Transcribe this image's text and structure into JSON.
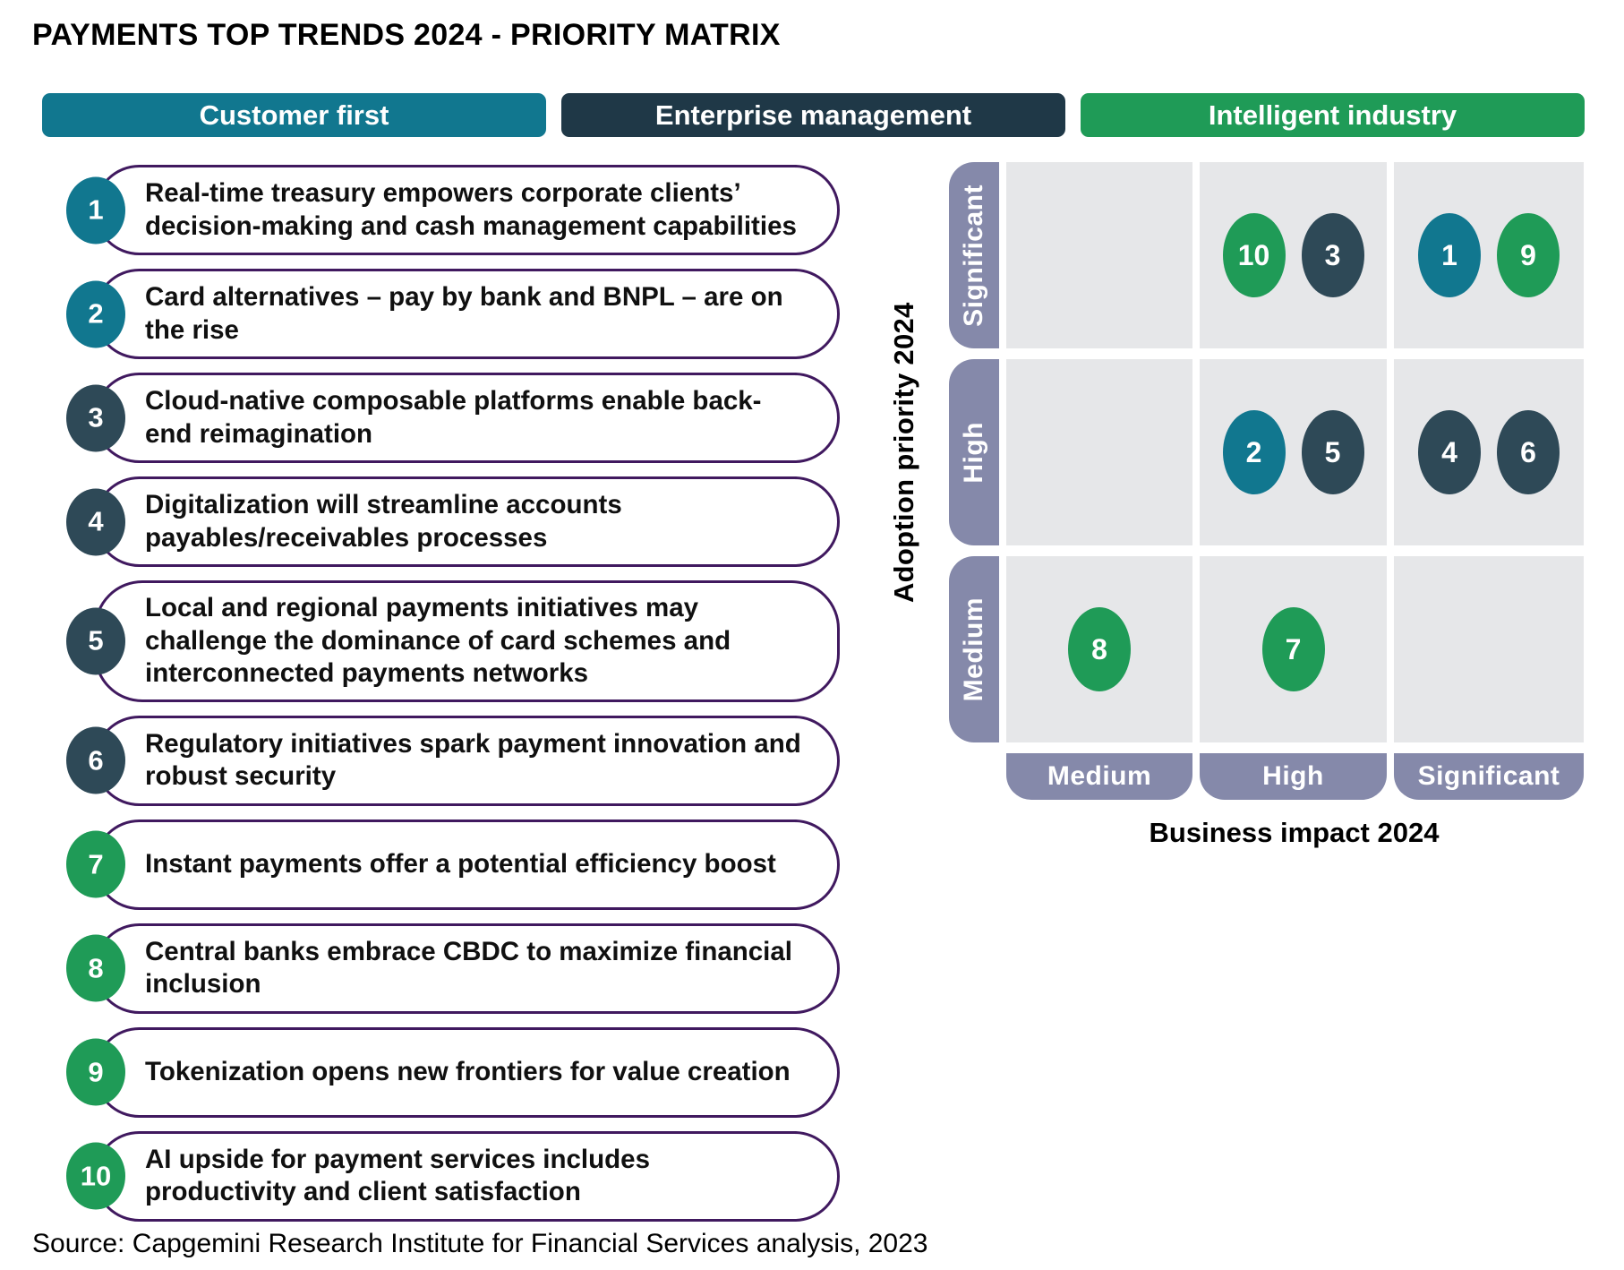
{
  "title": "PAYMENTS TOP TRENDS 2024 - PRIORITY MATRIX",
  "source": "Source: Capgemini Research Institute for Financial Services analysis, 2023",
  "colors": {
    "teal": "#11778F",
    "navy": "#2E4957",
    "green": "#1F9B57",
    "navyHeader": "#1F3847",
    "bar": "#8589AA",
    "cellBg": "#E6E7E9",
    "pillBorder": "#40195F"
  },
  "categories": [
    {
      "label": "Customer first",
      "color": "teal"
    },
    {
      "label": "Enterprise management",
      "color": "navyHeader"
    },
    {
      "label": "Intelligent industry",
      "color": "green"
    }
  ],
  "trends": [
    {
      "num": "1",
      "color": "teal",
      "text": "Real-time treasury empowers corporate clients’ decision-making and cash management capabilities"
    },
    {
      "num": "2",
      "color": "teal",
      "text": "Card alternatives – pay by bank and BNPL – are on the rise"
    },
    {
      "num": "3",
      "color": "navy",
      "text": "Cloud-native composable platforms enable back-end reimagination"
    },
    {
      "num": "4",
      "color": "navy",
      "text": "Digitalization will streamline accounts payables/receivables processes"
    },
    {
      "num": "5",
      "color": "navy",
      "text": "Local and regional payments initiatives may challenge the dominance of card schemes and interconnected payments networks"
    },
    {
      "num": "6",
      "color": "navy",
      "text": "Regulatory initiatives spark payment innovation and robust security"
    },
    {
      "num": "7",
      "color": "green",
      "text": "Instant payments offer a potential efficiency boost"
    },
    {
      "num": "8",
      "color": "green",
      "text": "Central banks embrace CBDC to maximize financial inclusion"
    },
    {
      "num": "9",
      "color": "green",
      "text": "Tokenization opens new frontiers for value creation"
    },
    {
      "num": "10",
      "color": "green",
      "text": "AI upside for payment services includes productivity and client satisfaction"
    }
  ],
  "matrix": {
    "y_axis_title": "Adoption priority 2024",
    "x_axis_title": "Business impact 2024",
    "col_labels": [
      "Medium",
      "High",
      "Significant"
    ],
    "rows": [
      {
        "label": "Significant",
        "cells": [
          {
            "bubbles": []
          },
          {
            "bubbles": [
              {
                "num": "10",
                "color": "green"
              },
              {
                "num": "3",
                "color": "navy"
              }
            ]
          },
          {
            "bubbles": [
              {
                "num": "1",
                "color": "teal"
              },
              {
                "num": "9",
                "color": "green"
              }
            ]
          }
        ]
      },
      {
        "label": "High",
        "cells": [
          {
            "bubbles": []
          },
          {
            "bubbles": [
              {
                "num": "2",
                "color": "teal"
              },
              {
                "num": "5",
                "color": "navy"
              }
            ]
          },
          {
            "bubbles": [
              {
                "num": "4",
                "color": "navy"
              },
              {
                "num": "6",
                "color": "navy"
              }
            ]
          }
        ]
      },
      {
        "label": "Medium",
        "cells": [
          {
            "bubbles": [
              {
                "num": "8",
                "color": "green"
              }
            ]
          },
          {
            "bubbles": [
              {
                "num": "7",
                "color": "green"
              }
            ]
          },
          {
            "bubbles": []
          }
        ]
      }
    ]
  }
}
